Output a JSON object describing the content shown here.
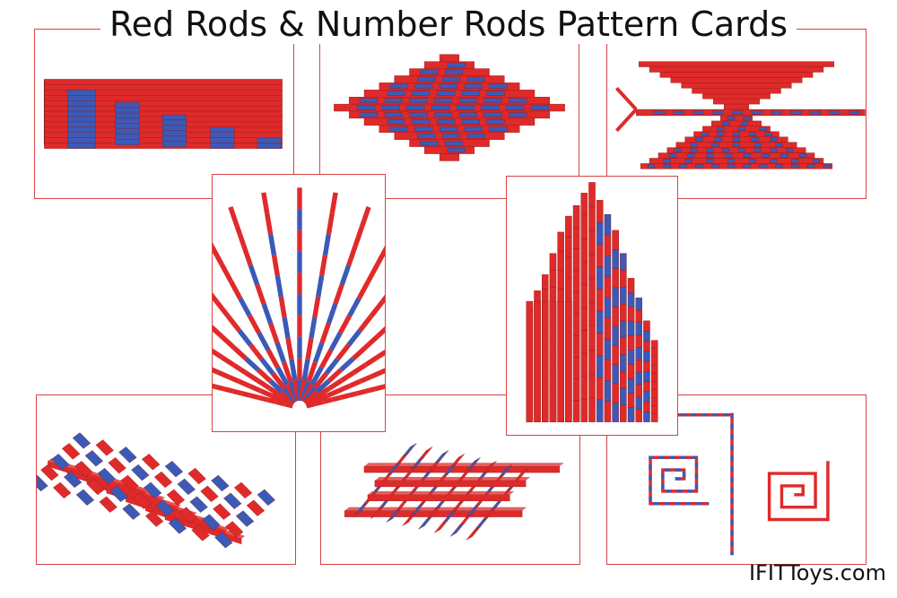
{
  "title": "Red Rods & Number Rods Pattern Cards",
  "brand": "IFITToys.com",
  "colors": {
    "red": "#e02a2a",
    "blue": "#3b5ab8",
    "border": "#d64545"
  },
  "cards": [
    {
      "name": "card-stair-pattern",
      "pattern": "stairs"
    },
    {
      "name": "card-diamond-pattern",
      "pattern": "diamond"
    },
    {
      "name": "card-hourglass-pattern",
      "pattern": "hourglass"
    },
    {
      "name": "card-fan-pattern",
      "pattern": "fan"
    },
    {
      "name": "card-flame-pattern",
      "pattern": "flame"
    },
    {
      "name": "card-lattice-pattern",
      "pattern": "lattice"
    },
    {
      "name": "card-stack-pattern",
      "pattern": "stack"
    },
    {
      "name": "card-spiral-pattern",
      "pattern": "spiral"
    }
  ]
}
